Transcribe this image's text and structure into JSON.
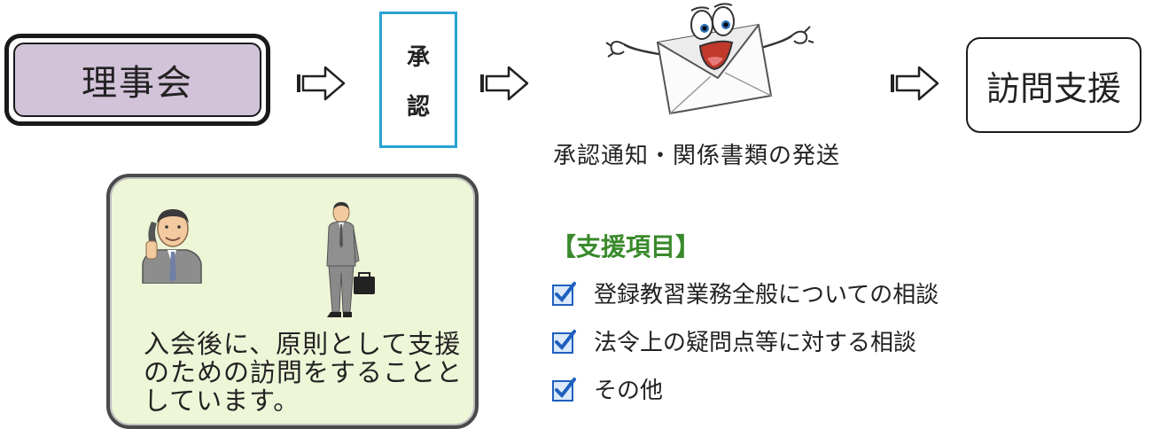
{
  "flow": {
    "board": "理事会",
    "approval_chars": [
      "承",
      "認"
    ],
    "send_caption": "承認通知・関係書類の発送",
    "visit": "訪問支援"
  },
  "card": {
    "text_lines": [
      "入会後に、原則として支援",
      "のための訪問をすることと",
      "しています。"
    ]
  },
  "support": {
    "title": "【支援項目】",
    "items": [
      "登録教習業務全般についての相談",
      "法令上の疑問点等に対する相談",
      "その他"
    ]
  },
  "colors": {
    "board_fill": "#d2c3d9",
    "approval_border": "#2aa1d4",
    "card_fill": "#eef6d8",
    "support_title": "#3a8a2c",
    "check_blue": "#1f5fbf"
  },
  "icons": [
    "arrow-right-icon",
    "envelope-mascot-icon",
    "man-on-phone-icon",
    "businessman-icon",
    "checkbox-icon"
  ]
}
